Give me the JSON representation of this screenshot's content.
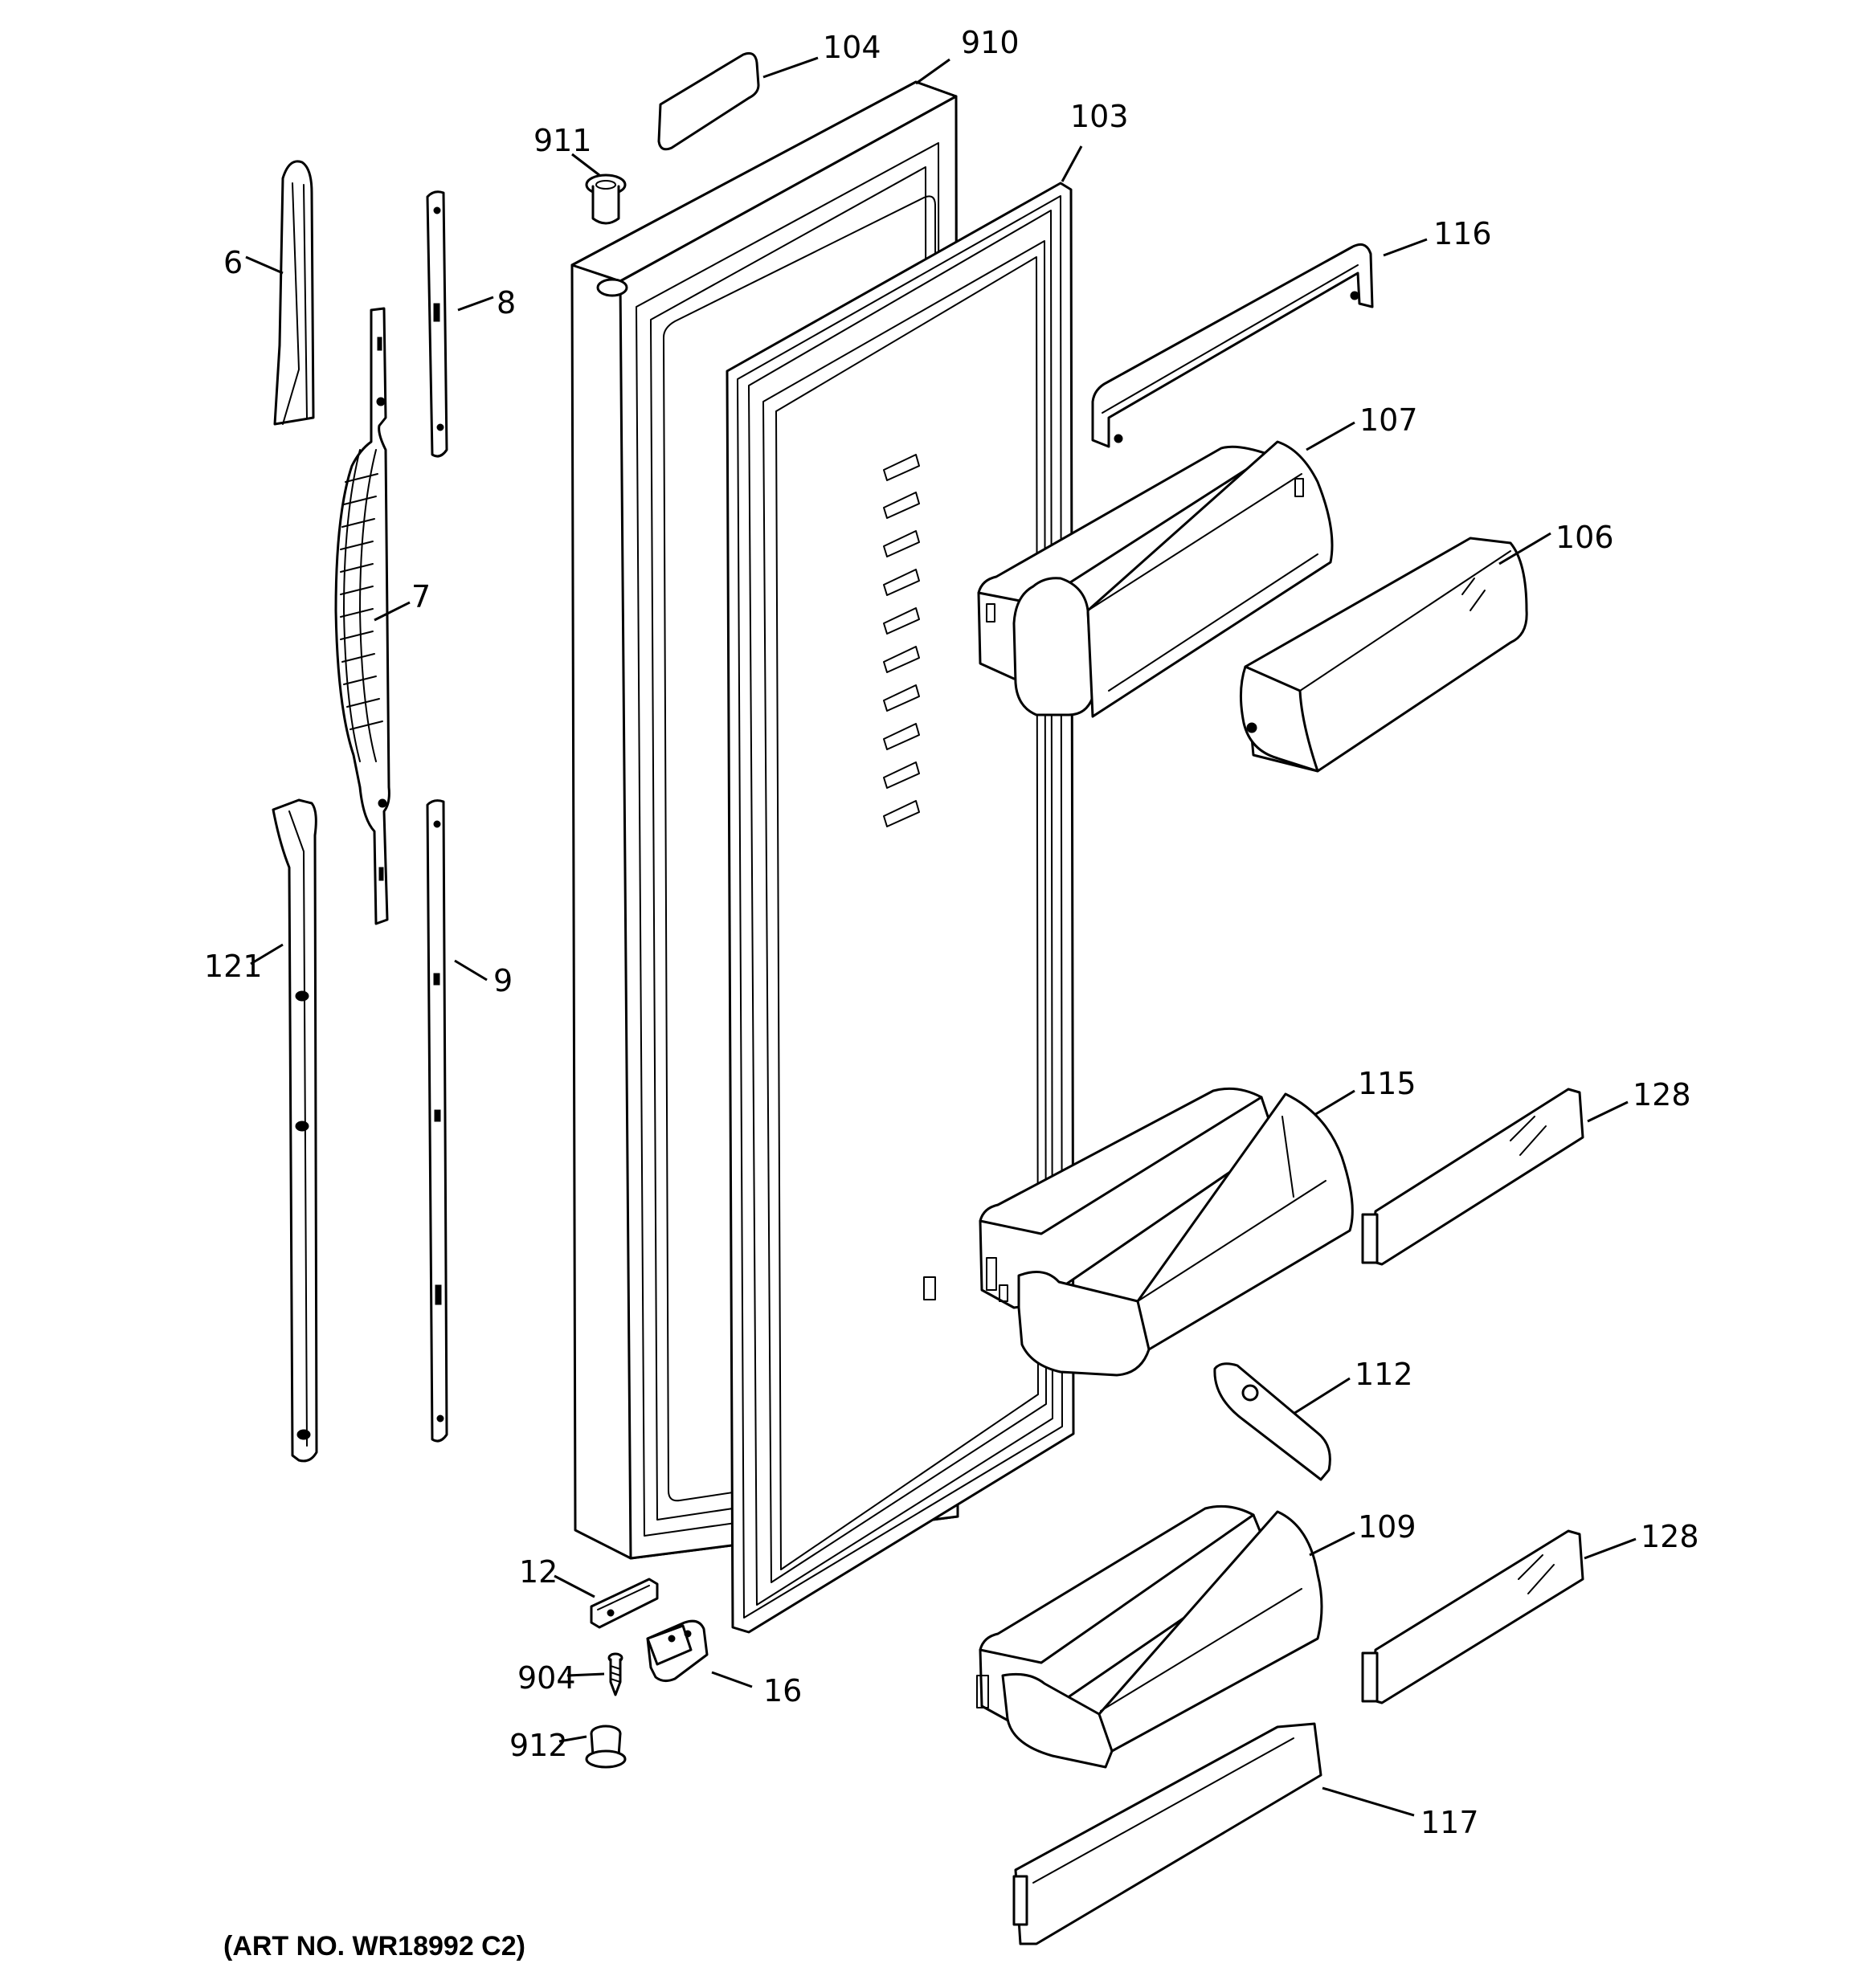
{
  "callouts": {
    "c104": "104",
    "c910": "910",
    "c911": "911",
    "c103": "103",
    "c116": "116",
    "c6": "6",
    "c8": "8",
    "c107": "107",
    "c106": "106",
    "c7": "7",
    "c121": "121",
    "c9": "9",
    "c115": "115",
    "c128a": "128",
    "c112": "112",
    "c109": "109",
    "c128b": "128",
    "c12": "12",
    "c904": "904",
    "c16": "16",
    "c912": "912",
    "c117": "117"
  },
  "caption": "(ART NO. WR18992 C2)"
}
